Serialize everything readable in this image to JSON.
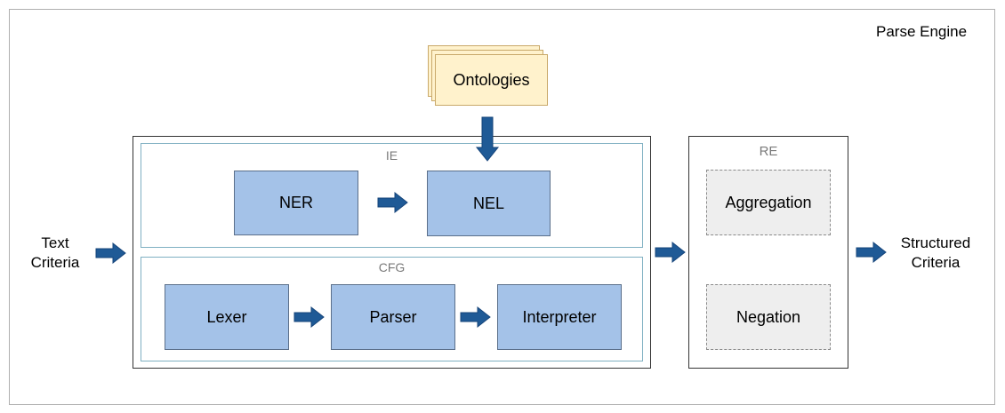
{
  "diagram": {
    "engine_title": "Parse Engine",
    "input_label": [
      "Text",
      "Criteria"
    ],
    "output_label": [
      "Structured",
      "Criteria"
    ],
    "ontologies": "Ontologies",
    "ie": {
      "title": "IE",
      "ner": "NER",
      "nel": "NEL"
    },
    "cfg": {
      "title": "CFG",
      "lexer": "Lexer",
      "parser": "Parser",
      "interpreter": "Interpreter"
    },
    "re": {
      "title": "RE",
      "aggregation": "Aggregation",
      "negation": "Negation"
    },
    "colors": {
      "component_fill": "#a4c2e8",
      "ontology_fill": "#fff2cc",
      "arrow": "#1f5a96",
      "dashed_fill": "#eeeeee"
    }
  }
}
